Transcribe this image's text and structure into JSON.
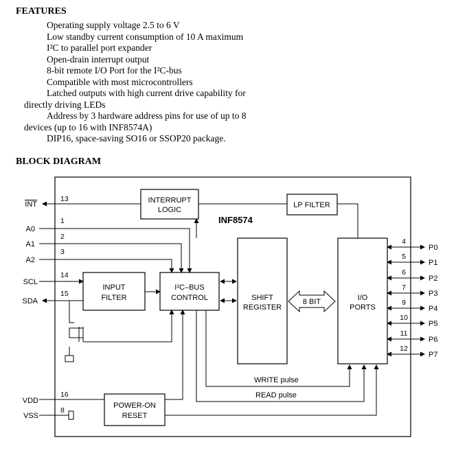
{
  "features": {
    "heading": "FEATURES",
    "items": [
      "Operating supply voltage 2.5 to 6 V",
      "Low standby current consumption of 10    A maximum",
      "I²C to parallel port expander",
      "Open-drain interrupt output",
      "8-bit remote I/O Port for the I²C-bus",
      "Compatible with most microcontrollers",
      "Latched outputs with high current drive capability for",
      "directly driving LEDs",
      "Address by 3 hardware address pins for use of up to 8",
      "devices (up to 16 with INF8574A)",
      "DIP16, space-saving SO16 or SSOP20 package."
    ]
  },
  "block_diagram": {
    "heading": "BLOCK DIAGRAM",
    "chip_name": "INF8574",
    "blocks": {
      "interrupt_logic": [
        "INTERRUPT",
        "LOGIC"
      ],
      "lp_filter": "LP FILTER",
      "input_filter": [
        "INPUT",
        "FILTER"
      ],
      "i2c_control": [
        "I²C–BUS",
        "CONTROL"
      ],
      "shift_register": [
        "SHIFT",
        "REGISTER"
      ],
      "io_ports": [
        "I/O",
        "PORTS"
      ],
      "power_on_reset": [
        "POWER-ON",
        "RESET"
      ],
      "bus_width": "8 BIT"
    },
    "signals": {
      "write_pulse": "WRITE pulse",
      "read_pulse": "READ pulse"
    },
    "left_pins": [
      {
        "name": "INT",
        "num": "13"
      },
      {
        "name": "A0",
        "num": "1"
      },
      {
        "name": "A1",
        "num": "2"
      },
      {
        "name": "A2",
        "num": "3"
      },
      {
        "name": "SCL",
        "num": "14"
      },
      {
        "name": "SDA",
        "num": "15"
      },
      {
        "name": "VDD",
        "num": "16"
      },
      {
        "name": "VSS",
        "num": "8"
      }
    ],
    "right_pins": [
      {
        "name": "P0",
        "num": "4"
      },
      {
        "name": "P1",
        "num": "5"
      },
      {
        "name": "P2",
        "num": "6"
      },
      {
        "name": "P3",
        "num": "7"
      },
      {
        "name": "P4",
        "num": "9"
      },
      {
        "name": "P5",
        "num": "10"
      },
      {
        "name": "P6",
        "num": "11"
      },
      {
        "name": "P7",
        "num": "12"
      }
    ]
  }
}
